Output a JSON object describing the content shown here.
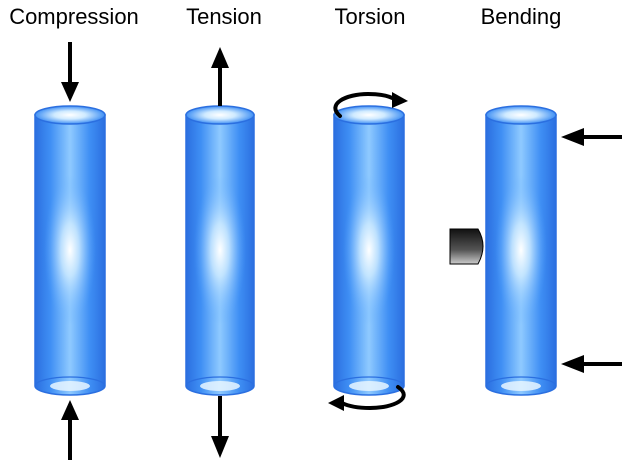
{
  "labels": {
    "compression": "Compression",
    "tension": "Tension",
    "torsion": "Torsion",
    "bending": "Bending"
  },
  "colors": {
    "cylinder_edge": "#2b6fe0",
    "cylinder_mid": "#3f8ff4",
    "cylinder_light": "#bfe4ff",
    "cylinder_highlight": "#ffffff",
    "arrow": "#000000",
    "support_dark": "#111111",
    "support_light": "#c8c8c8",
    "background": "#ffffff"
  },
  "icons": {
    "arrow": "arrow-icon",
    "curved_arrow": "curved-arrow-icon",
    "support": "fixed-support-block"
  }
}
